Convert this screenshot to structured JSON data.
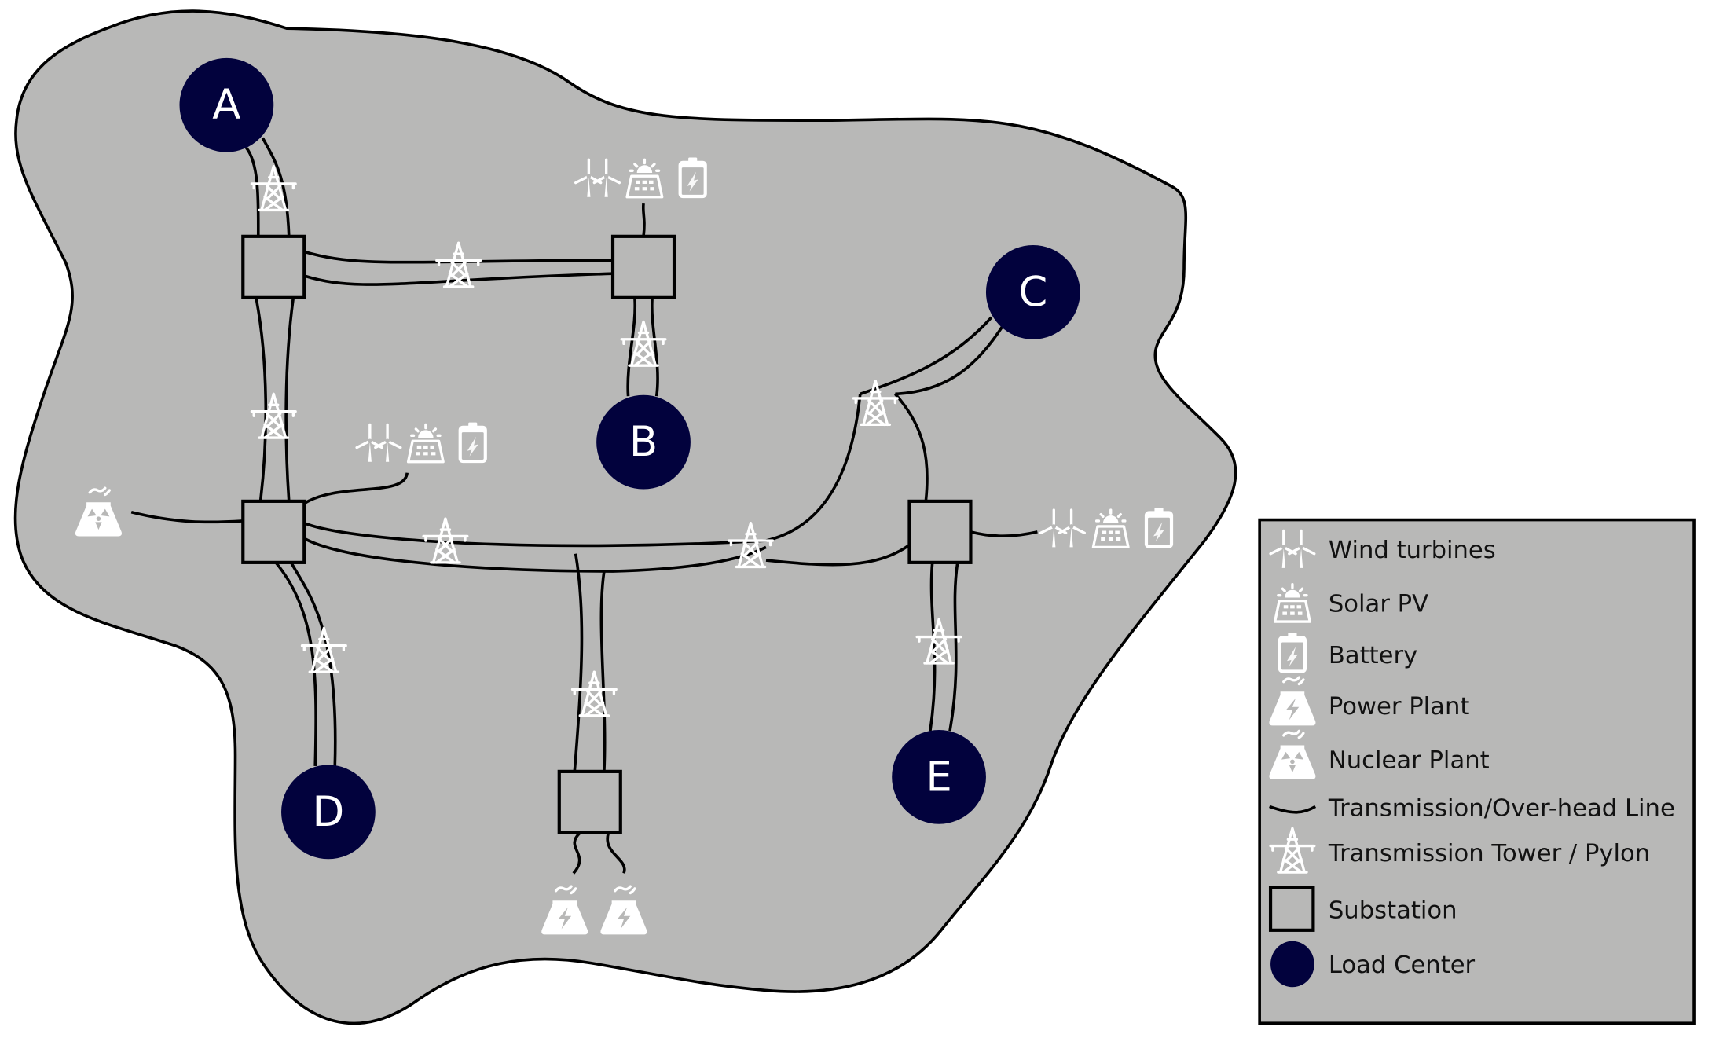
{
  "diagram": {
    "load_centers": [
      {
        "id": "A",
        "label": "A"
      },
      {
        "id": "B",
        "label": "B"
      },
      {
        "id": "C",
        "label": "C"
      },
      {
        "id": "D",
        "label": "D"
      },
      {
        "id": "E",
        "label": "E"
      }
    ],
    "substation_count": 5,
    "colors": {
      "region_fill": "#b8b8b7",
      "load_center": "#02023d",
      "icon": "#ffffff",
      "line": "#000000"
    }
  },
  "legend": {
    "items": [
      {
        "icon": "wind-turbine-icon",
        "label": "Wind turbines"
      },
      {
        "icon": "solar-pv-icon",
        "label": "Solar PV"
      },
      {
        "icon": "battery-icon",
        "label": "Battery"
      },
      {
        "icon": "power-plant-icon",
        "label": "Power Plant"
      },
      {
        "icon": "nuclear-plant-icon",
        "label": "Nuclear Plant"
      },
      {
        "icon": "transmission-line-icon",
        "label": "Transmission/Over-head Line"
      },
      {
        "icon": "pylon-icon",
        "label": "Transmission Tower / Pylon"
      },
      {
        "icon": "substation-icon",
        "label": "Substation"
      },
      {
        "icon": "load-center-icon",
        "label": "Load Center"
      }
    ]
  }
}
